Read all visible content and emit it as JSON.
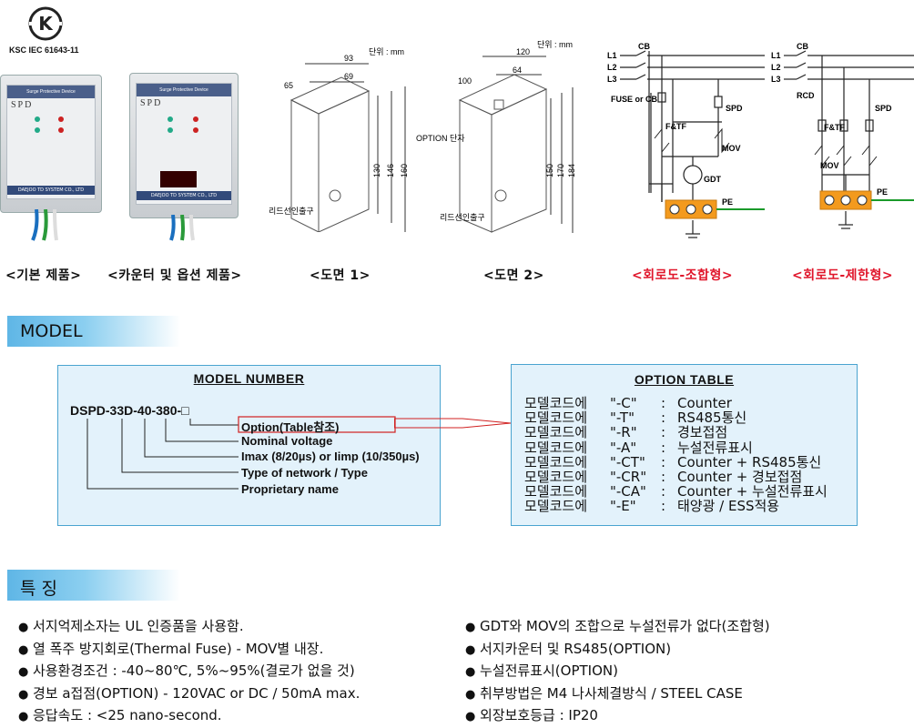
{
  "cert": {
    "logo_text": "K",
    "standard": "KSC IEC 61643-11"
  },
  "products": {
    "basic": {
      "top_label": "Surge Protective Device",
      "brand": "SPD",
      "maker": "DAEJOO TD SYSTEM CO., LTD"
    },
    "counter": {
      "top_label": "Surge Protective Device",
      "brand": "SPD",
      "maker": "DAEJOO TD SYSTEM CO., LTD"
    }
  },
  "drawing1": {
    "unit": "단위 : mm",
    "dims": [
      "93",
      "69",
      "65",
      "130",
      "146",
      "160"
    ],
    "inlet": "리드선인출구"
  },
  "drawing2": {
    "unit": "단위 : mm",
    "dims": [
      "120",
      "64",
      "100",
      "150",
      "170",
      "184"
    ],
    "option": "OPTION 단자",
    "inlet": "리드선인출구"
  },
  "circuit1": {
    "lines": [
      "L1",
      "L2",
      "L3"
    ],
    "breaker": "CB",
    "fuse": "FUSE or CB",
    "spd": "SPD",
    "ftf": "F&TF",
    "mov": "MOV",
    "gdt": "GDT",
    "pe": "PE"
  },
  "circuit2": {
    "lines": [
      "L1",
      "L2",
      "L3"
    ],
    "breaker": "CB",
    "rcd": "RCD",
    "spd": "SPD",
    "ftf": "F&TF",
    "mov": "MOV",
    "pe": "PE"
  },
  "captions": [
    "<기본 제품>",
    "<카운터 및 옵션 제품>",
    "<도면 1>",
    "<도면 2>",
    "<회로도-조합형>",
    "<회로도-제한형>"
  ],
  "model_section": {
    "title": "MODEL"
  },
  "model_number": {
    "heading": "MODEL NUMBER",
    "code": "DSPD-33D-40-380-□",
    "labels": [
      "Option(Table참조)",
      "Nominal voltage",
      "Imax (8/20µs) or Iimp (10/350µs)",
      "Type of network / Type",
      "Proprietary name"
    ]
  },
  "option_table": {
    "heading": "OPTION TABLE",
    "rows": [
      {
        "prefix": "모델코드에",
        "code": "\"-C\"",
        "sep": ":",
        "desc": "Counter"
      },
      {
        "prefix": "모델코드에",
        "code": "\"-T\"",
        "sep": ":",
        "desc": "RS485통신"
      },
      {
        "prefix": "모델코드에",
        "code": "\"-R\"",
        "sep": ":",
        "desc": "경보접점"
      },
      {
        "prefix": "모델코드에",
        "code": "\"-A\"",
        "sep": ":",
        "desc": "누설전류표시"
      },
      {
        "prefix": "모델코드에",
        "code": "\"-CT\"",
        "sep": ":",
        "desc": "Counter + RS485통신"
      },
      {
        "prefix": "모델코드에",
        "code": "\"-CR\"",
        "sep": ":",
        "desc": "Counter + 경보접점"
      },
      {
        "prefix": "모델코드에",
        "code": "\"-CA\"",
        "sep": ":",
        "desc": "Counter + 누설전류표시"
      },
      {
        "prefix": "모델코드에",
        "code": "\"-E\"",
        "sep": ":",
        "desc": "태양광 / ESS적용"
      }
    ]
  },
  "features_section": {
    "title": "특 징"
  },
  "features_left": [
    "서지억제소자는 UL 인증품을 사용함.",
    "열 폭주 방지회로(Thermal Fuse) - MOV별 내장.",
    "사용환경조건 : -40~80℃, 5%~95%(결로가 없을 것)",
    "경보 a접점(OPTION) - 120VAC or DC / 50mA max.",
    "응답속도 : <25 nano-second."
  ],
  "features_right": [
    "GDT와 MOV의 조합으로 누설전류가 없다(조합형)",
    "서지카운터 및 RS485(OPTION)",
    "누설전류표시(OPTION)",
    "취부방법은 M4 나사체결방식 / STEEL CASE",
    "외장보호등급 : IP20"
  ],
  "bullet": "●",
  "colors": {
    "accent": "#5fb6e6",
    "caption_red": "#e0162b",
    "box_bg": "#e3f2fb",
    "terminal": "#f39a1e",
    "pe_wire": "#1a9a2a"
  }
}
